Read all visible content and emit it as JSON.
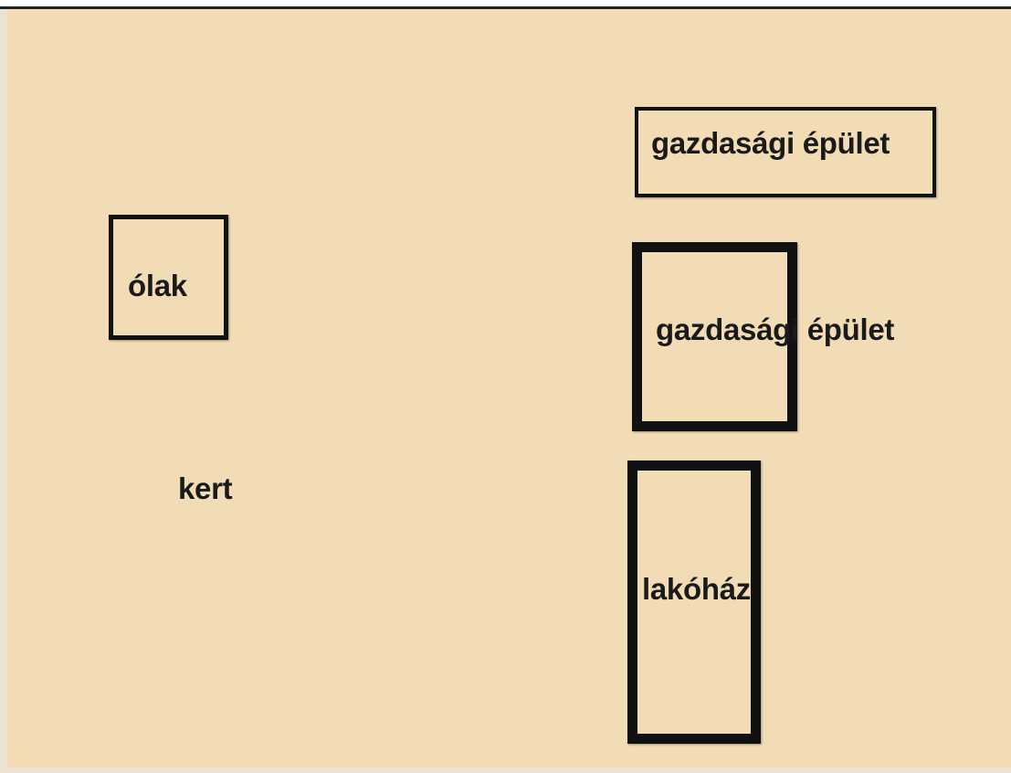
{
  "diagram": {
    "background_color": "#f2dcb6",
    "outline_color": "#111111",
    "elements": [
      {
        "id": "olak",
        "label": "ólak"
      },
      {
        "id": "gazdasagi-epulet-1",
        "label": "gazdasági épület"
      },
      {
        "id": "gazdasagi-epulet-2",
        "label": "gazdasági épület"
      },
      {
        "id": "kert",
        "label": "kert"
      },
      {
        "id": "lakohaz",
        "label": "lakóház"
      }
    ]
  }
}
